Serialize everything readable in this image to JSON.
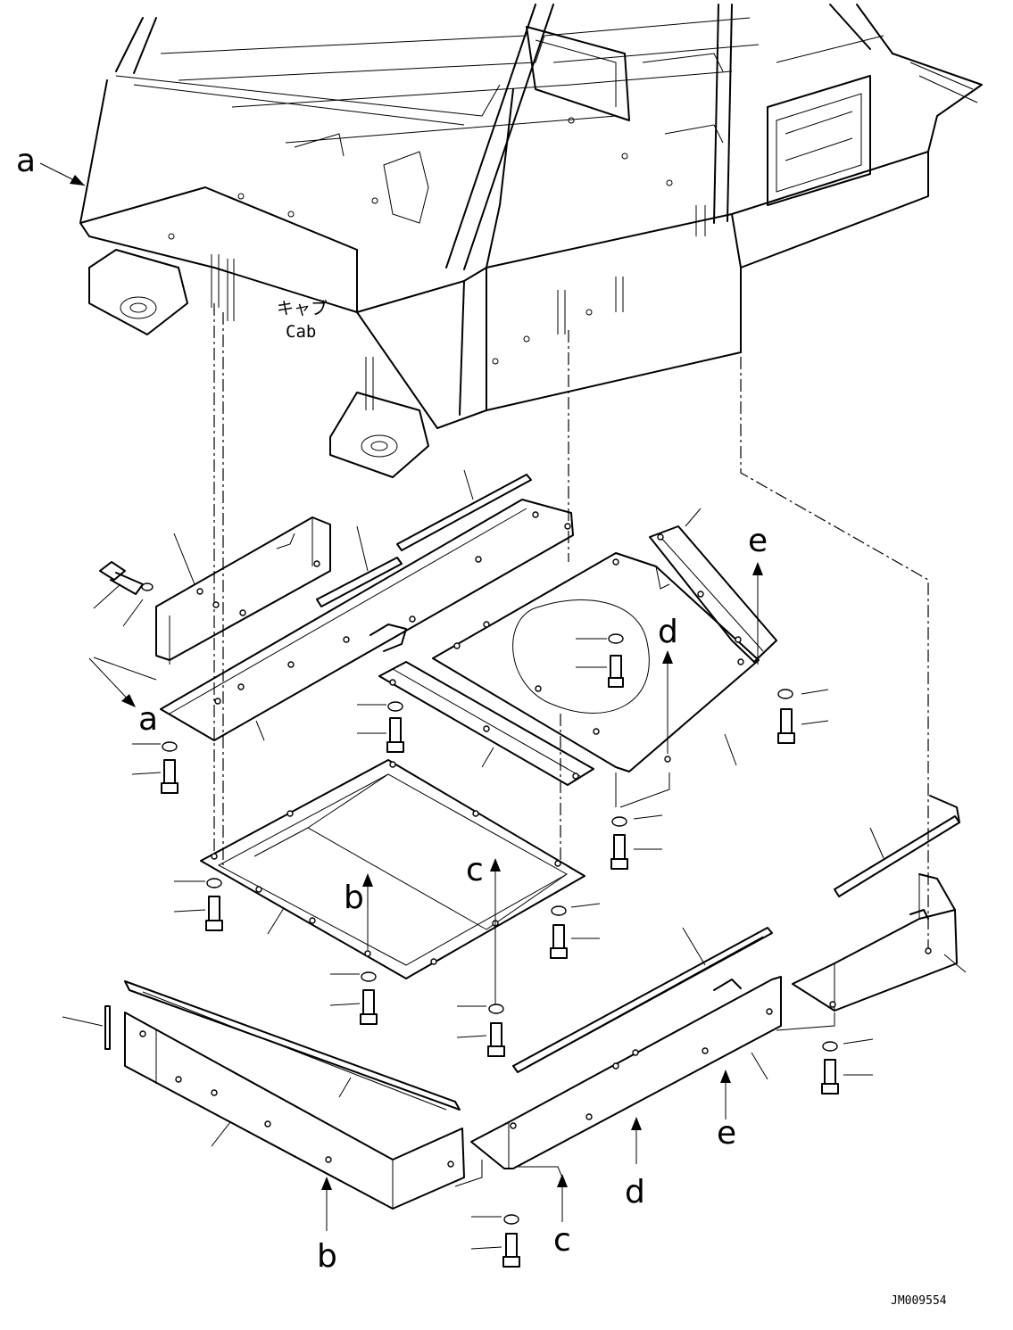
{
  "cab_label_jp": "キャブ",
  "cab_label_en": "Cab",
  "view_ref_labels": {
    "a_top": "a",
    "a_side": "a",
    "b_mid": "b",
    "b_low": "b",
    "c_mid": "c",
    "c_low": "c",
    "d_mid": "d",
    "d_low": "d",
    "e_top": "e",
    "e_low": "e"
  },
  "drawing_code": "JM009554"
}
